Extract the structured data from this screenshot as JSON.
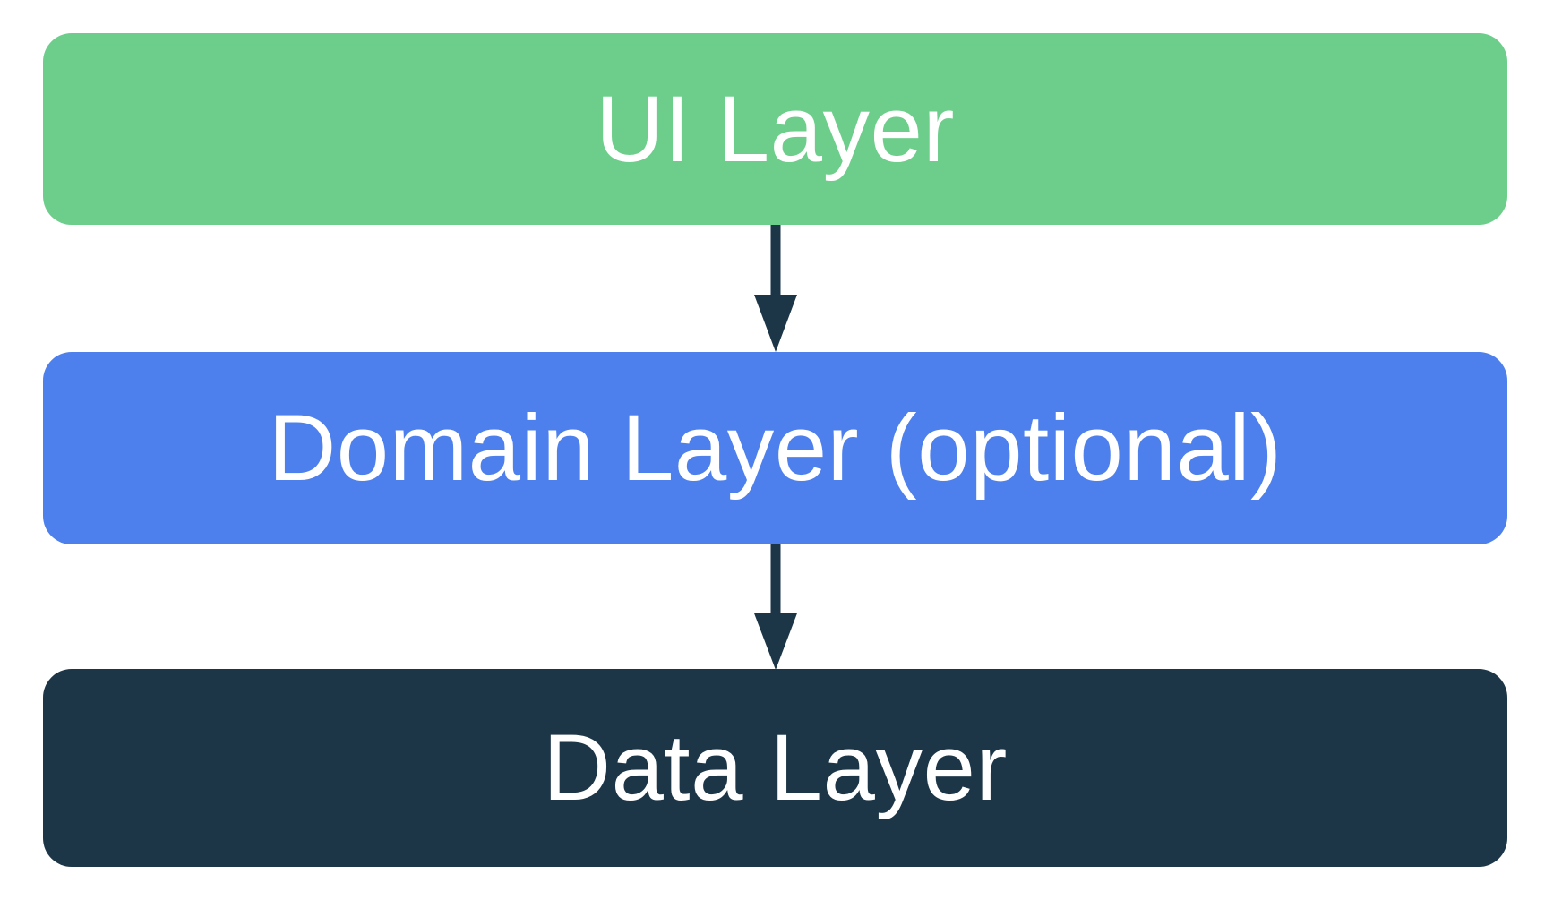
{
  "diagram": {
    "nodes": [
      {
        "label": "UI Layer"
      },
      {
        "label": "Domain Layer (optional)"
      },
      {
        "label": "Data Layer"
      }
    ],
    "edges": [
      {
        "from": "UI Layer",
        "to": "Domain Layer (optional)",
        "direction": "down"
      },
      {
        "from": "Domain Layer (optional)",
        "to": "Data Layer",
        "direction": "down"
      }
    ]
  },
  "colors": {
    "ui_layer_bg": "#6DCE8B",
    "domain_layer_bg": "#4D80EC",
    "data_layer_bg": "#1C3647",
    "arrow": "#1C3647",
    "label_text": "#FFFFFF",
    "canvas_bg": "#FFFFFF"
  }
}
